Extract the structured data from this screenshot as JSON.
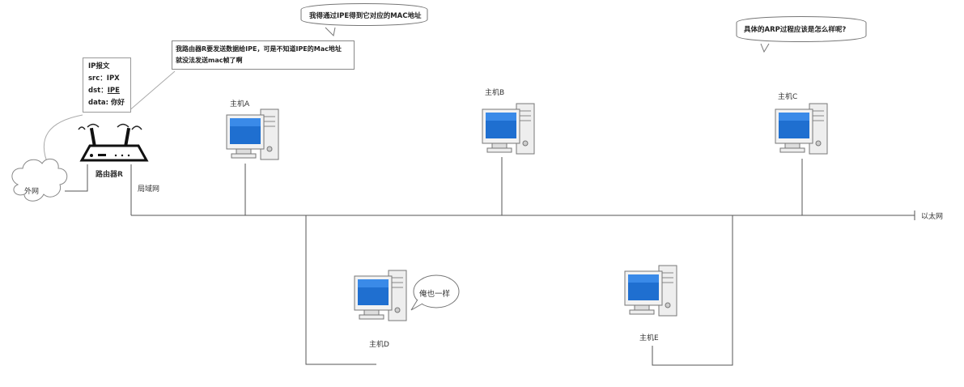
{
  "labels": {
    "host_a": "主机A",
    "host_b": "主机B",
    "host_c": "主机C",
    "host_d": "主机D",
    "host_e": "主机E",
    "router": "路由器R",
    "internet": "外网",
    "lan": "局域网",
    "ethernet": "以太网"
  },
  "packet": {
    "title": "IP报文",
    "src": "src：IPX",
    "dst_prefix": "dst：",
    "dst_value": "IPE",
    "data": "data: 你好"
  },
  "bubbles": {
    "top": "我得通过IPE得到它对应的MAC地址",
    "router_note_line1": "我路由器R要发送数据给IPE，可是不知道IPE的Mac地址",
    "router_note_line2": "就没法发送mac帧了啊",
    "question": "具体的ARP过程应该是怎么样呢?",
    "host_d_say": "俺也一样"
  }
}
